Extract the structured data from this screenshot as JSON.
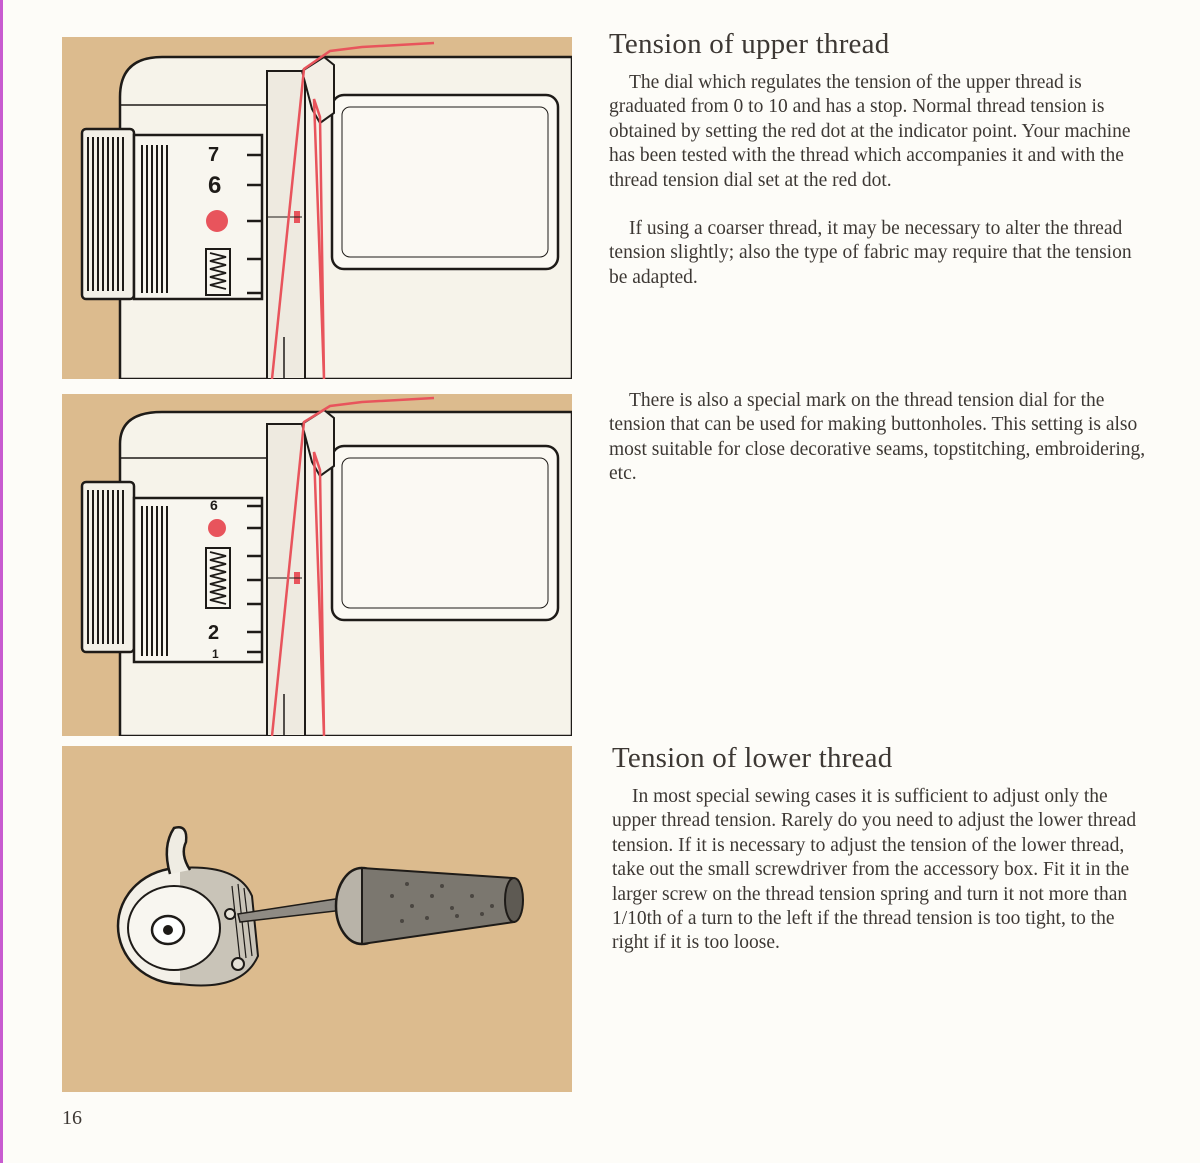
{
  "page": {
    "number": "16",
    "panel_color": "#dcbb8e",
    "thread_color": "#e8545c"
  },
  "upper": {
    "heading": "Tension of upper thread",
    "paragraph1": "The dial which regulates the tension of the upper thread is graduated from 0 to 10 and has a stop. Normal thread tension is obtained by setting the red dot at the indicator point. Your machine has been tested with the thread which accompanies it and with the thread tension dial set at the red dot.",
    "paragraph2": "If using a coarser thread, it may be necessary to alter the thread tension slightly; also the type of fabric may require that the tension be adapted.",
    "paragraph3": "There is also a special mark on the thread tension dial for the tension that can be used for making buttonholes. This setting is also most suitable for close decorative seams, topstitching, embroidering, etc."
  },
  "lower": {
    "heading": "Tension of lower thread",
    "paragraph1": "In most special sewing cases it is sufficient to adjust only the upper thread tension. Rarely do you need to adjust the lower thread tension. If it is necessary to adjust the tension of the lower thread, take out the small screwdriver from the accessory box. Fit it in the larger screw on the thread tension spring and turn it not more than 1/10th of a turn to the left if the thread tension is too tight, to the right if it is too loose."
  },
  "illustrations": {
    "dial_normal": {
      "labels": [
        "7",
        "6"
      ],
      "setting": "red-dot"
    },
    "dial_buttonhole": {
      "labels": [
        "6",
        "2",
        "1"
      ],
      "setting": "buttonhole-mark"
    },
    "bobbin_case": {
      "tool": "screwdriver-icon"
    }
  }
}
